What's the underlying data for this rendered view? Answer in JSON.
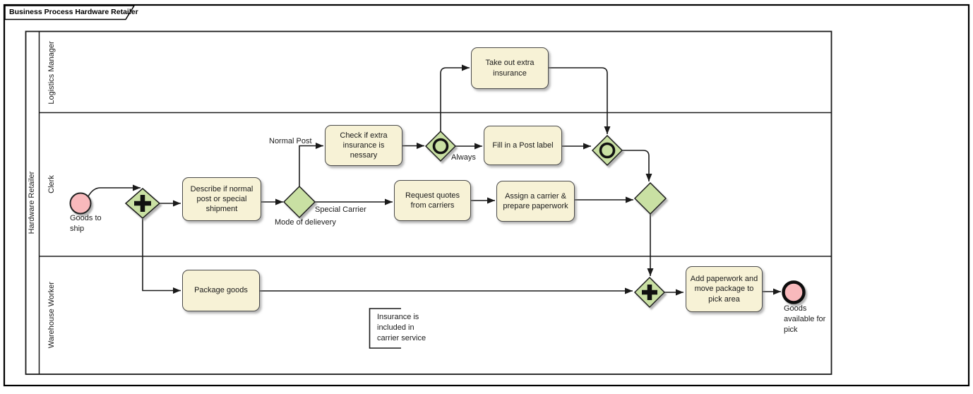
{
  "title": "Business Process Hardware Retailer",
  "pool": {
    "name": "Hardware Retailer"
  },
  "lanes": [
    {
      "label": "Logistics Manager"
    },
    {
      "label": "Clerk"
    },
    {
      "label": "Warehouse Worker"
    }
  ],
  "tasks": {
    "take_out_extra_insurance": "Take out extra insurance",
    "check_if_extra_insurance": "Check if extra insurance is nessary",
    "fill_in_post_label": "Fill in a Post label",
    "describe_if_normal": "Describe if normal post or special shipment",
    "request_quotes": "Request quotes from carriers",
    "assign_carrier": "Assign a carrier & prepare paperwork",
    "package_goods": "Package goods",
    "add_paperwork": "Add paperwork and move package to pick area"
  },
  "events": {
    "start_label": "Goods to ship",
    "end_label": "Goods available for pick"
  },
  "gateways": {
    "mode_of_delivery_label": "Mode of delievery"
  },
  "flow_labels": {
    "normal_post": "Normal Post",
    "special_carrier": "Special Carrier",
    "always": "Always"
  },
  "annotation": {
    "text": "Insurance is included in carrier service"
  },
  "colors": {
    "task_fill": "#f7f2d6",
    "task_border": "#4a4a4a",
    "gateway_fill": "#c9e0a3",
    "event_fill": "#f8b9bc",
    "line": "#1a1a1a",
    "text": "#1a1a1a"
  }
}
